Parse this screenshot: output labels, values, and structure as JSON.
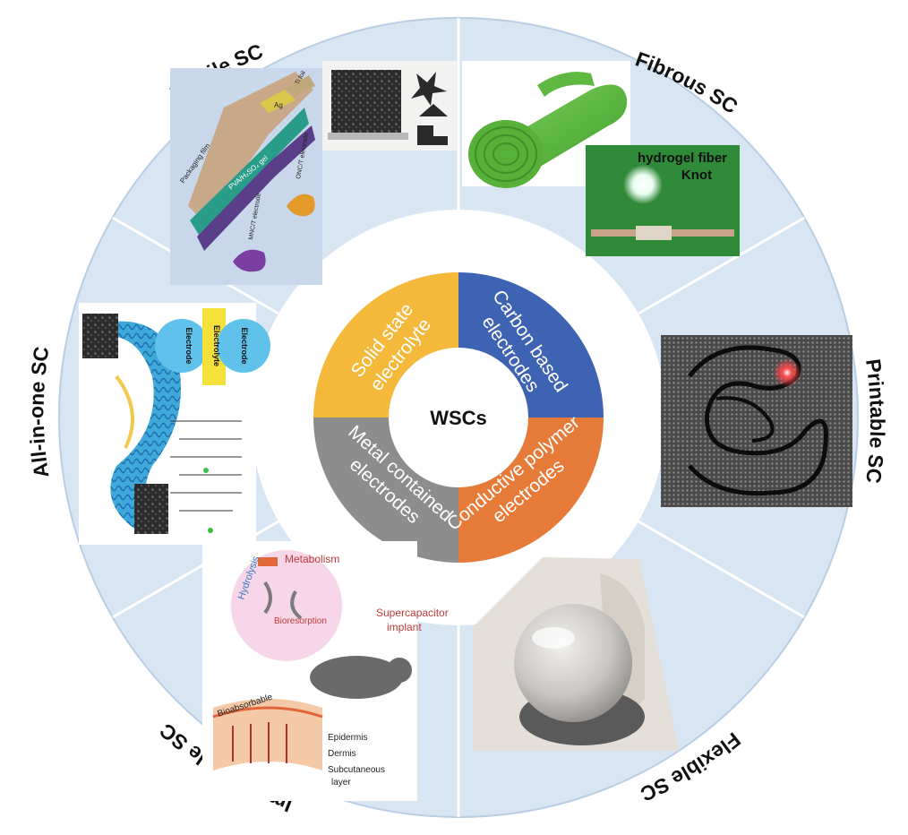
{
  "center_label": "WSCs",
  "inner_segments": [
    {
      "label_lines": [
        "Carbon based",
        "electrodes"
      ],
      "color": "#3e63b2"
    },
    {
      "label_lines": [
        "Conductive polymer",
        "electrodes"
      ],
      "color": "#e67a39"
    },
    {
      "label_lines": [
        "Metal contained",
        "electrodes"
      ],
      "color": "#8d8d8d"
    },
    {
      "label_lines": [
        "Solid state",
        "electrolyte"
      ],
      "color": "#f4b83a"
    }
  ],
  "outer_segments": [
    {
      "label": "Fibrous SC"
    },
    {
      "label": "Printable SC"
    },
    {
      "label": "Flexible SC"
    },
    {
      "label": "Implantable SC"
    },
    {
      "label": "All-in-one SC"
    },
    {
      "label": "Textile SC"
    }
  ],
  "panels": {
    "fibrous": {
      "caption": "hydrogel fiber",
      "caption2": "Knot"
    },
    "implantable": {
      "metabolism": "Metabolism",
      "hydrolysis": "Hydrolysis",
      "bioresorption": "Bioresorption",
      "implant_lines": [
        "Supercapacitor",
        "implant"
      ],
      "bioabsorbable": "Bioabsorbable",
      "epidermis": "Epidermis",
      "dermis": "Dermis",
      "subcutaneous_lines": [
        "Subcutaneous",
        "layer"
      ]
    },
    "allinone": {
      "electrode": "Electrode",
      "electrolyte": "Electrolyte"
    },
    "textile": {
      "packaging": "Packaging film",
      "gel": "PVA/H₂SO₄ gel",
      "ag": "Ag",
      "ti": "Ti foil",
      "mnc": "MNC/T electrode",
      "onc": "ONC/T electrode"
    }
  },
  "colors": {
    "outer_ring": "#d8e5f3",
    "separator": "#ffffff",
    "inner_bg": "#ffffff"
  }
}
